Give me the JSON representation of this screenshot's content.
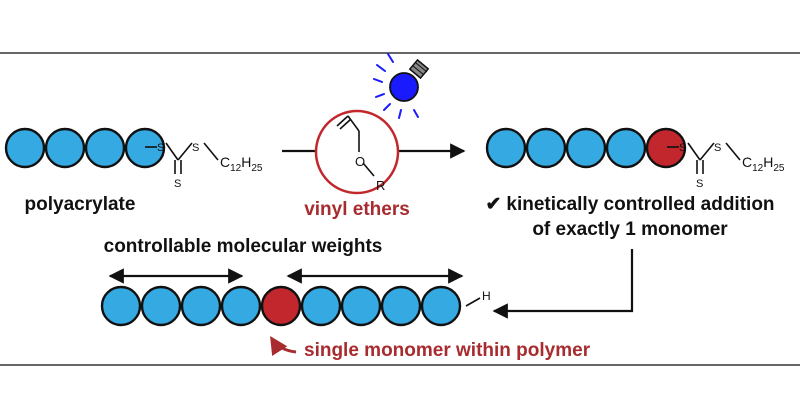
{
  "colors": {
    "bead": "#35a9e1",
    "bead_special": "#c1272d",
    "accent_text": "#a72b2f",
    "ink": "#111111",
    "frame": "#333333",
    "bulb": "#1a1aff"
  },
  "icons": {
    "light": "light-bulb-icon",
    "check": "check-mark-icon"
  },
  "polyacrylate": {
    "label": "polyacrylate",
    "chain_end_group": {
      "atom_s1": "S",
      "atom_s2": "S",
      "atom_s3": "S",
      "alkyl_c": "C",
      "alkyl_c_sub": "12",
      "alkyl_h": "H",
      "alkyl_h_sub": "25"
    }
  },
  "reagent": {
    "label": "vinyl ethers",
    "atom_o": "O",
    "atom_r": "R"
  },
  "product": {
    "chain_end_group": {
      "atom_s1": "S",
      "atom_s2": "S",
      "atom_s3": "S",
      "alkyl_c": "C",
      "alkyl_c_sub": "12",
      "alkyl_h": "H",
      "alkyl_h_sub": "25"
    },
    "check_glyph": "✔",
    "caption_line1": "kinetically controlled addition",
    "caption_line2": "of exactly 1 monomer"
  },
  "final": {
    "top_label": "controllable molecular weights",
    "end_atom": "H",
    "bottom_label": "single monomer within polymer"
  }
}
